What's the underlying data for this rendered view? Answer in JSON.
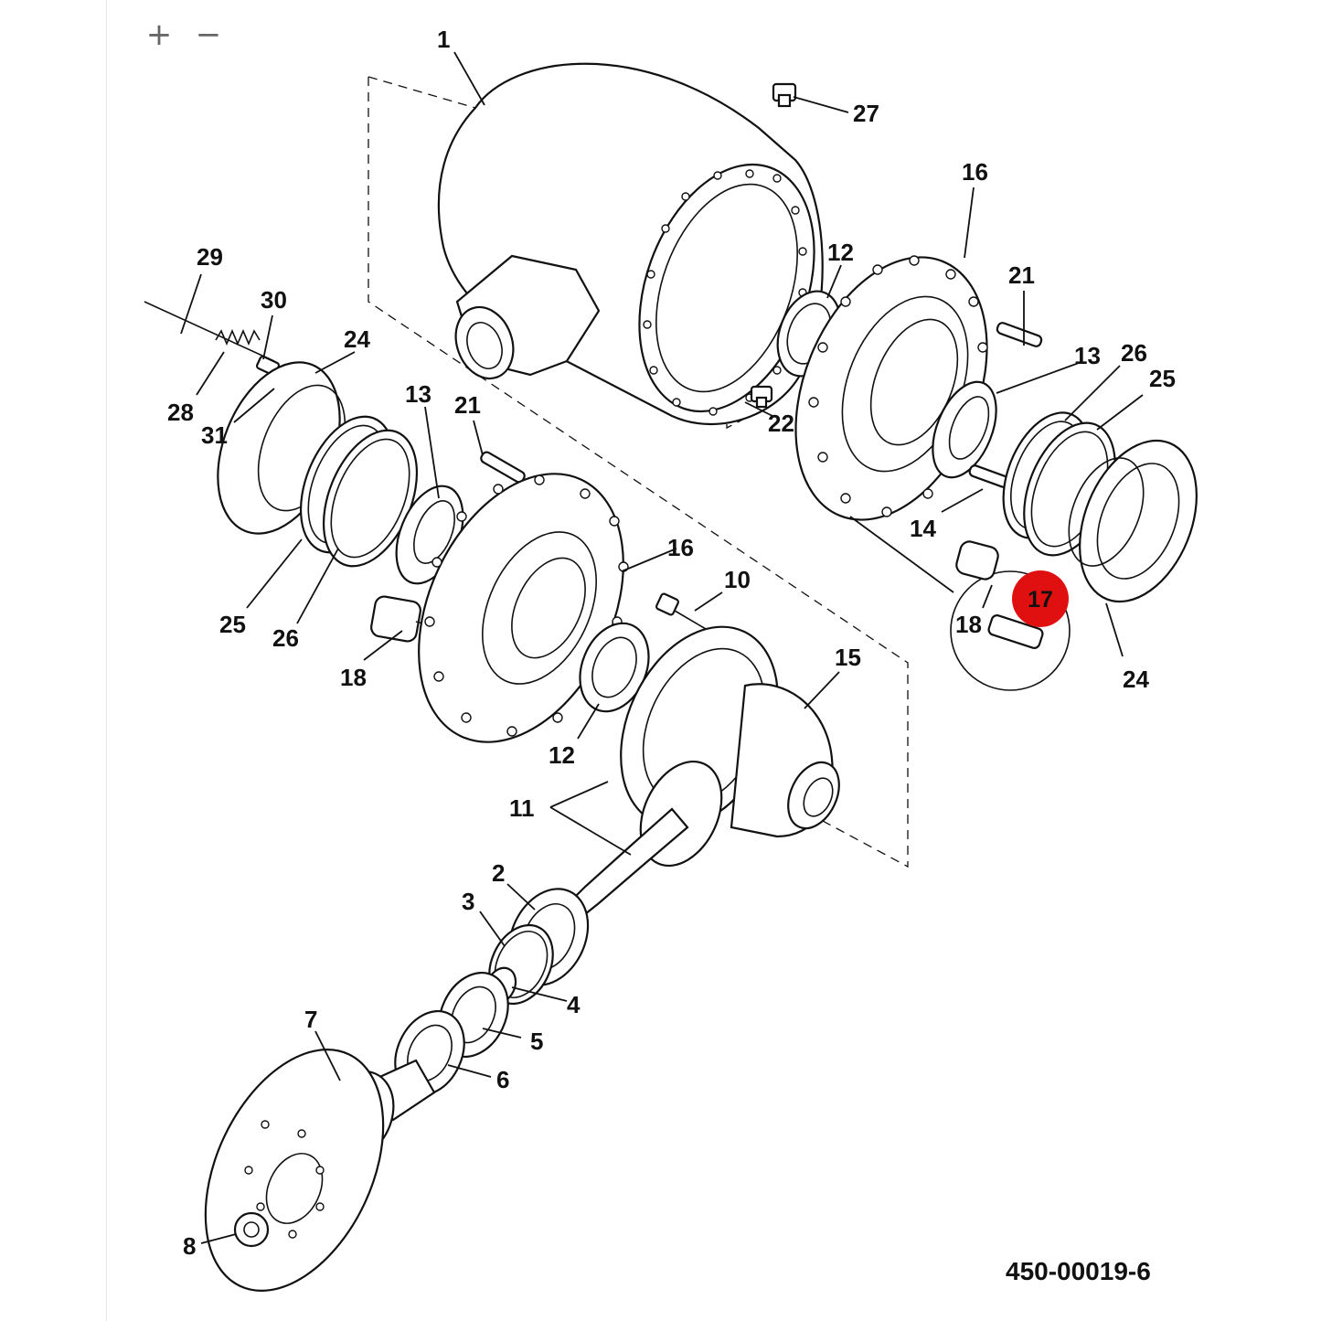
{
  "viewer": {
    "zoom_in_label": "+",
    "zoom_out_label": "−"
  },
  "diagram": {
    "drawing_number": "450-00019-6",
    "highlight_color": "#e01010",
    "highlighted_part": "17",
    "callouts": {
      "c1": "1",
      "c2": "2",
      "c3": "3",
      "c4": "4",
      "c5": "5",
      "c6": "6",
      "c7": "7",
      "c8": "8",
      "c10": "10",
      "c11": "11",
      "c12a": "12",
      "c12b": "12",
      "c13a": "13",
      "c13b": "13",
      "c14": "14",
      "c15": "15",
      "c16a": "16",
      "c16b": "16",
      "c18a": "18",
      "c18b": "18",
      "c21a": "21",
      "c21b": "21",
      "c22": "22",
      "c24a": "24",
      "c24b": "24",
      "c25a": "25",
      "c25b": "25",
      "c26a": "26",
      "c26b": "26",
      "c27": "27",
      "c28": "28",
      "c29": "29",
      "c30": "30",
      "c31": "31"
    }
  }
}
